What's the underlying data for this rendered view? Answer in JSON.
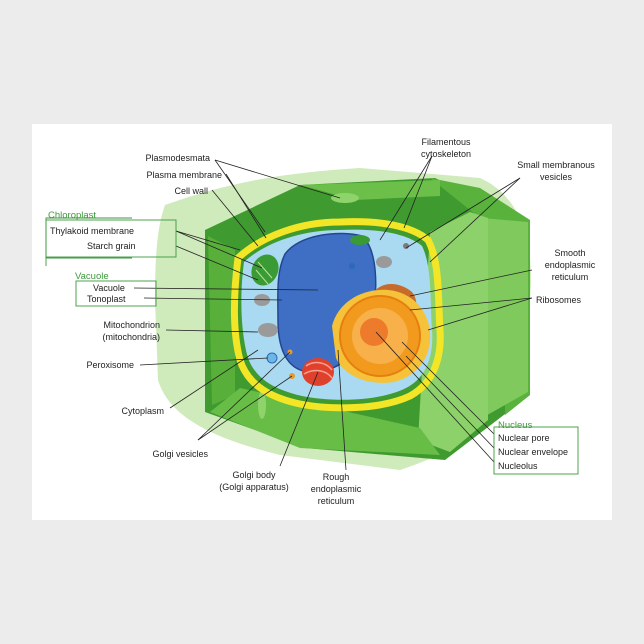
{
  "groups": {
    "chloroplast": "Chloroplast",
    "vacuole": "Vacuole",
    "nucleus": "Nucleus"
  },
  "labels": {
    "plasmodesmata": "Plasmodesmata",
    "plasma_membrane": "Plasma membrane",
    "cell_wall": "Cell wall",
    "thylakoid_membrane": "Thylakoid membrane",
    "starch_grain": "Starch grain",
    "vacuole": "Vacuole",
    "tonoplast": "Tonoplast",
    "mitochondrion_1": "Mitochondrion",
    "mitochondrion_2": "(mitochondria)",
    "peroxisome": "Peroxisome",
    "cytoplasm": "Cytoplasm",
    "golgi_vesicles": "Golgi vesicles",
    "golgi_body_1": "Golgi body",
    "golgi_body_2": "(Golgi apparatus)",
    "rough_er_1": "Rough",
    "rough_er_2": "endoplasmic",
    "rough_er_3": "reticulum",
    "filamentous_1": "Filamentous",
    "filamentous_2": "cytoskeleton",
    "small_vesicles_1": "Small membranous",
    "small_vesicles_2": "vesicles",
    "smooth_er_1": "Smooth",
    "smooth_er_2": "endoplasmic",
    "smooth_er_3": "reticulum",
    "ribosomes": "Ribosomes",
    "nuclear_pore": "Nuclear pore",
    "nuclear_envelope": "Nuclear envelope",
    "nucleolus": "Nucleolus"
  },
  "colors": {
    "group_label": "#3c9a3c",
    "cell_wall_dark": "#3f9b2f",
    "cell_wall_light": "#6cc04a",
    "membrane_yellow": "#f2e627",
    "cytoplasm": "#a9daf2",
    "vacuole": "#3e6fc4",
    "nucleus": "#f29a1e",
    "golgi": "#e0412c"
  }
}
